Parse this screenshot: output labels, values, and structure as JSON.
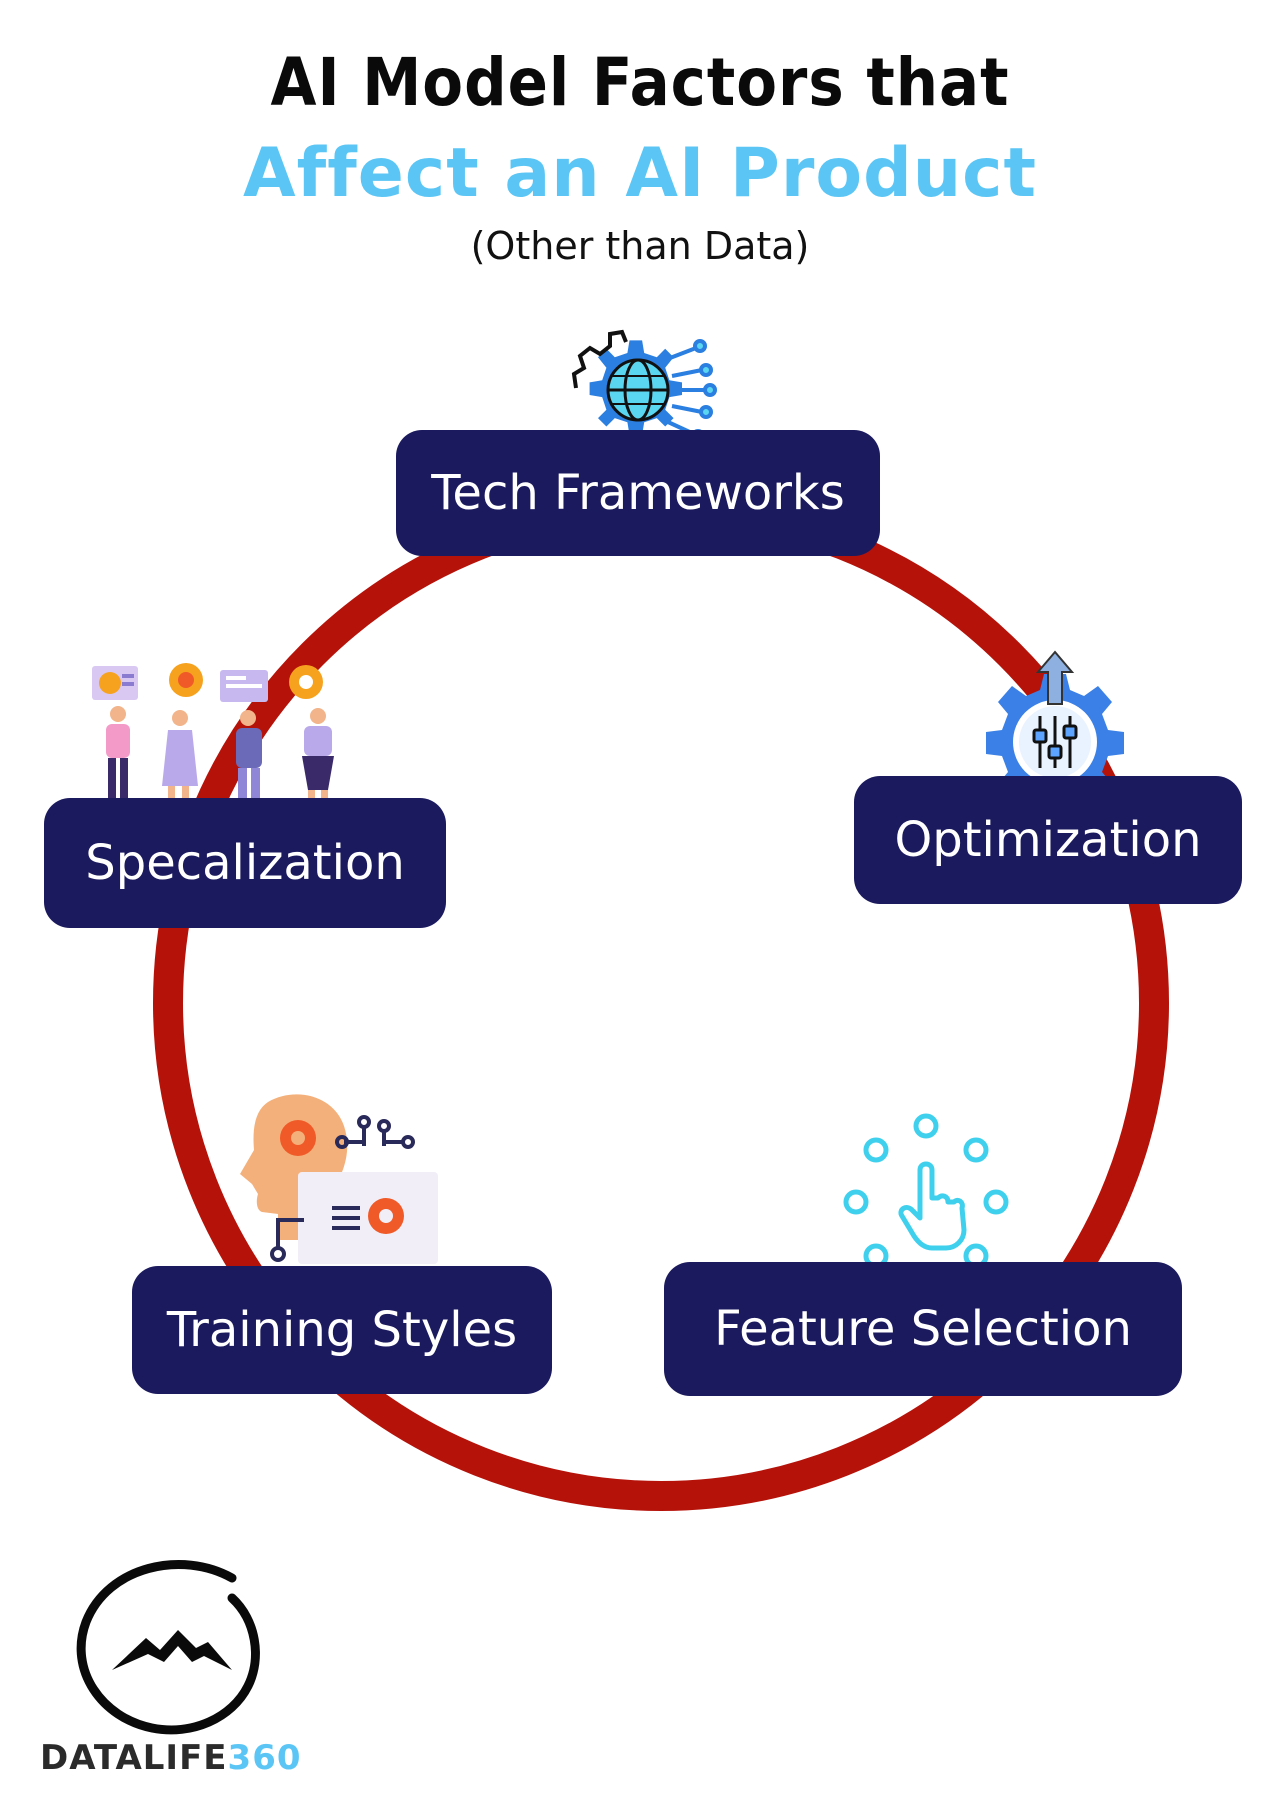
{
  "title": {
    "line1": "AI Model Factors that",
    "line2": "Affect an AI Product",
    "subtitle": "(Other than Data)"
  },
  "nodes": {
    "tech_frameworks": "Tech Frameworks",
    "optimization": "Optimization",
    "specialization": "Specalization",
    "training_styles": "Training Styles",
    "feature_selection": "Feature Selection"
  },
  "brand": {
    "part1": "DATALIFE",
    "part2": "360"
  },
  "colors": {
    "ring": "#b5120a",
    "node_bg": "#1c1a5e",
    "accent_blue": "#5bc6f5",
    "title_dark": "#0a0a0a"
  },
  "icons": {
    "tech_frameworks": "gear-globe-icon",
    "optimization": "gear-sliders-icon",
    "specialization": "people-discussion-icon",
    "training_styles": "head-gear-icon",
    "feature_selection": "pointer-tap-icon",
    "logo": "mountain-circle-logo"
  }
}
